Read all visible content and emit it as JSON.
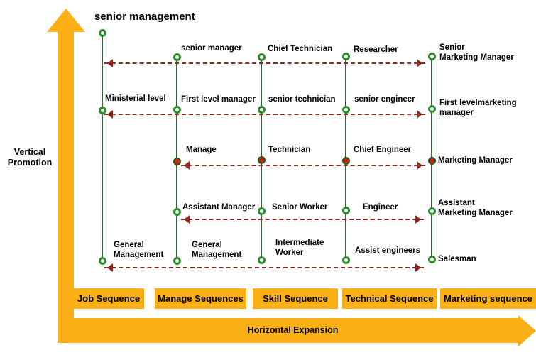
{
  "title": "senior management",
  "axis": {
    "vertical_label": "Vertical\nPromotion",
    "horizontal_label": "Horizontal Expansion"
  },
  "sequences": [
    {
      "label": "Job Sequence"
    },
    {
      "label": "Manage Sequences"
    },
    {
      "label": "Skill Sequence"
    },
    {
      "label": "Technical Sequence"
    },
    {
      "label": "Marketing sequence"
    }
  ],
  "labels": [
    {
      "text": "senior manager",
      "sequence": "Manage Sequences",
      "level": 5,
      "marker": "open"
    },
    {
      "text": "Chief Technician",
      "sequence": "Skill Sequence",
      "level": 5,
      "marker": "open"
    },
    {
      "text": "Researcher",
      "sequence": "Technical Sequence",
      "level": 5,
      "marker": "open"
    },
    {
      "text": "Senior\nMarketing Manager",
      "sequence": "Marketing sequence",
      "level": 5,
      "marker": "open"
    },
    {
      "text": "Ministerial level",
      "sequence": "Job Sequence",
      "level": 4,
      "marker": "open"
    },
    {
      "text": "First level manager",
      "sequence": "Manage Sequences",
      "level": 4,
      "marker": "open"
    },
    {
      "text": "senior technician",
      "sequence": "Skill Sequence",
      "level": 4,
      "marker": "open"
    },
    {
      "text": "senior engineer",
      "sequence": "Technical Sequence",
      "level": 4,
      "marker": "open"
    },
    {
      "text": "First levelmarketing\nmanager",
      "sequence": "Marketing sequence",
      "level": 4,
      "marker": "open"
    },
    {
      "text": "Manage",
      "sequence": "Manage Sequences",
      "level": 3,
      "marker": "filled"
    },
    {
      "text": "Technician",
      "sequence": "Skill Sequence",
      "level": 3,
      "marker": "filled"
    },
    {
      "text": "Chief Engineer",
      "sequence": "Technical Sequence",
      "level": 3,
      "marker": "filled"
    },
    {
      "text": "Marketing Manager",
      "sequence": "Marketing sequence",
      "level": 3,
      "marker": "filled"
    },
    {
      "text": "Assistant Manager",
      "sequence": "Manage Sequences",
      "level": 2,
      "marker": "open"
    },
    {
      "text": "Senior Worker",
      "sequence": "Skill Sequence",
      "level": 2,
      "marker": "open"
    },
    {
      "text": "Engineer",
      "sequence": "Technical Sequence",
      "level": 2,
      "marker": "open"
    },
    {
      "text": "Assistant\nMarketing Manager",
      "sequence": "Marketing sequence",
      "level": 2,
      "marker": "open"
    },
    {
      "text": "General\nManagement",
      "sequence": "Job Sequence",
      "level": 1,
      "marker": "open"
    },
    {
      "text": "General\nManagement",
      "sequence": "Manage Sequences",
      "level": 1,
      "marker": "open"
    },
    {
      "text": "Intermediate\nWorker",
      "sequence": "Skill Sequence",
      "level": 1,
      "marker": "open"
    },
    {
      "text": "Assist engineers",
      "sequence": "Technical Sequence",
      "level": 1,
      "marker": "open"
    },
    {
      "text": "Salesman",
      "sequence": "Marketing sequence",
      "level": 1,
      "marker": "open"
    }
  ],
  "colors": {
    "accent_orange": "#FBB017",
    "arrow_maroon": "#8B2A21",
    "node_ring_green": "#2D8C2D",
    "node_fill_red": "#D01F10",
    "career_line_green": "#3E5F3E"
  }
}
